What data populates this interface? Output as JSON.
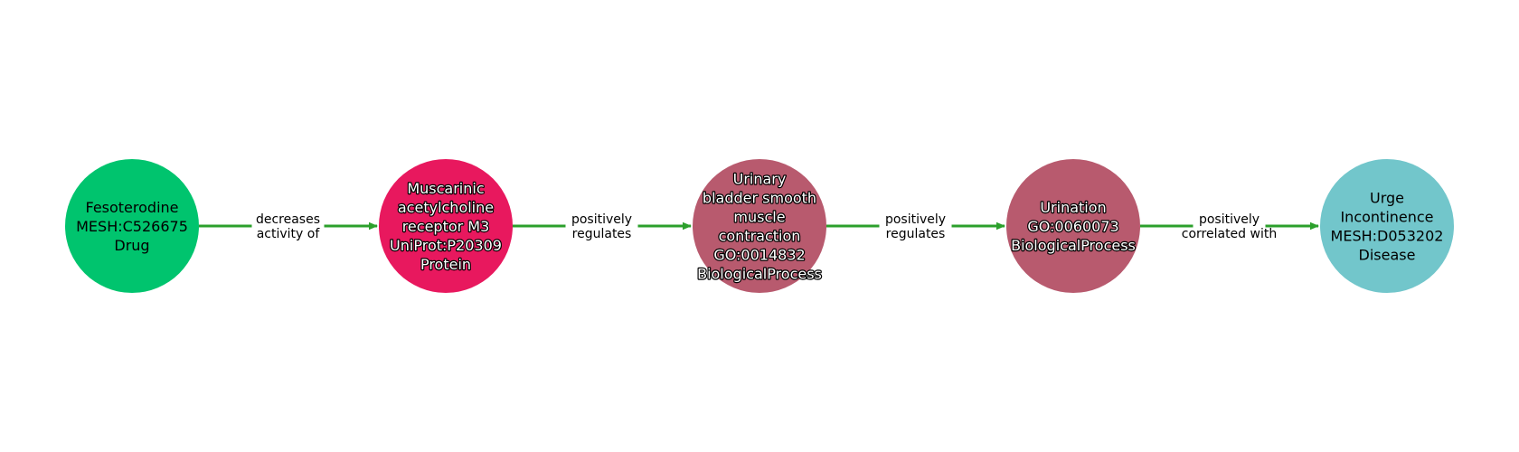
{
  "diagram": {
    "edge_color": "#2ca02c",
    "nodes": [
      {
        "id": "fesoterodine",
        "lines": [
          "Fesoterodine",
          "MESH:C526675",
          "Drug"
        ],
        "color": "#00c46e",
        "text_style": "dark"
      },
      {
        "id": "muscarinic-receptor",
        "lines": [
          "Muscarinic",
          "acetylcholine",
          "receptor M3",
          "UniProt:P20309",
          "Protein"
        ],
        "color": "#e8185e",
        "text_style": "light"
      },
      {
        "id": "bladder-contraction",
        "lines": [
          "Urinary",
          "bladder smooth",
          "muscle",
          "contraction",
          "GO:0014832",
          "BiologicalProcess"
        ],
        "color": "#b85a6e",
        "text_style": "light"
      },
      {
        "id": "urination",
        "lines": [
          "Urination",
          "GO:0060073",
          "BiologicalProcess"
        ],
        "color": "#b85a6e",
        "text_style": "light"
      },
      {
        "id": "urge-incontinence",
        "lines": [
          "Urge",
          "Incontinence",
          "MESH:D053202",
          "Disease"
        ],
        "color": "#72c6cb",
        "text_style": "dark"
      }
    ],
    "edges": [
      {
        "from": 0,
        "to": 1,
        "lines": [
          "decreases",
          "activity of"
        ]
      },
      {
        "from": 1,
        "to": 2,
        "lines": [
          "positively",
          "regulates"
        ]
      },
      {
        "from": 2,
        "to": 3,
        "lines": [
          "positively",
          "regulates"
        ]
      },
      {
        "from": 3,
        "to": 4,
        "lines": [
          "positively",
          "correlated with"
        ]
      }
    ]
  }
}
